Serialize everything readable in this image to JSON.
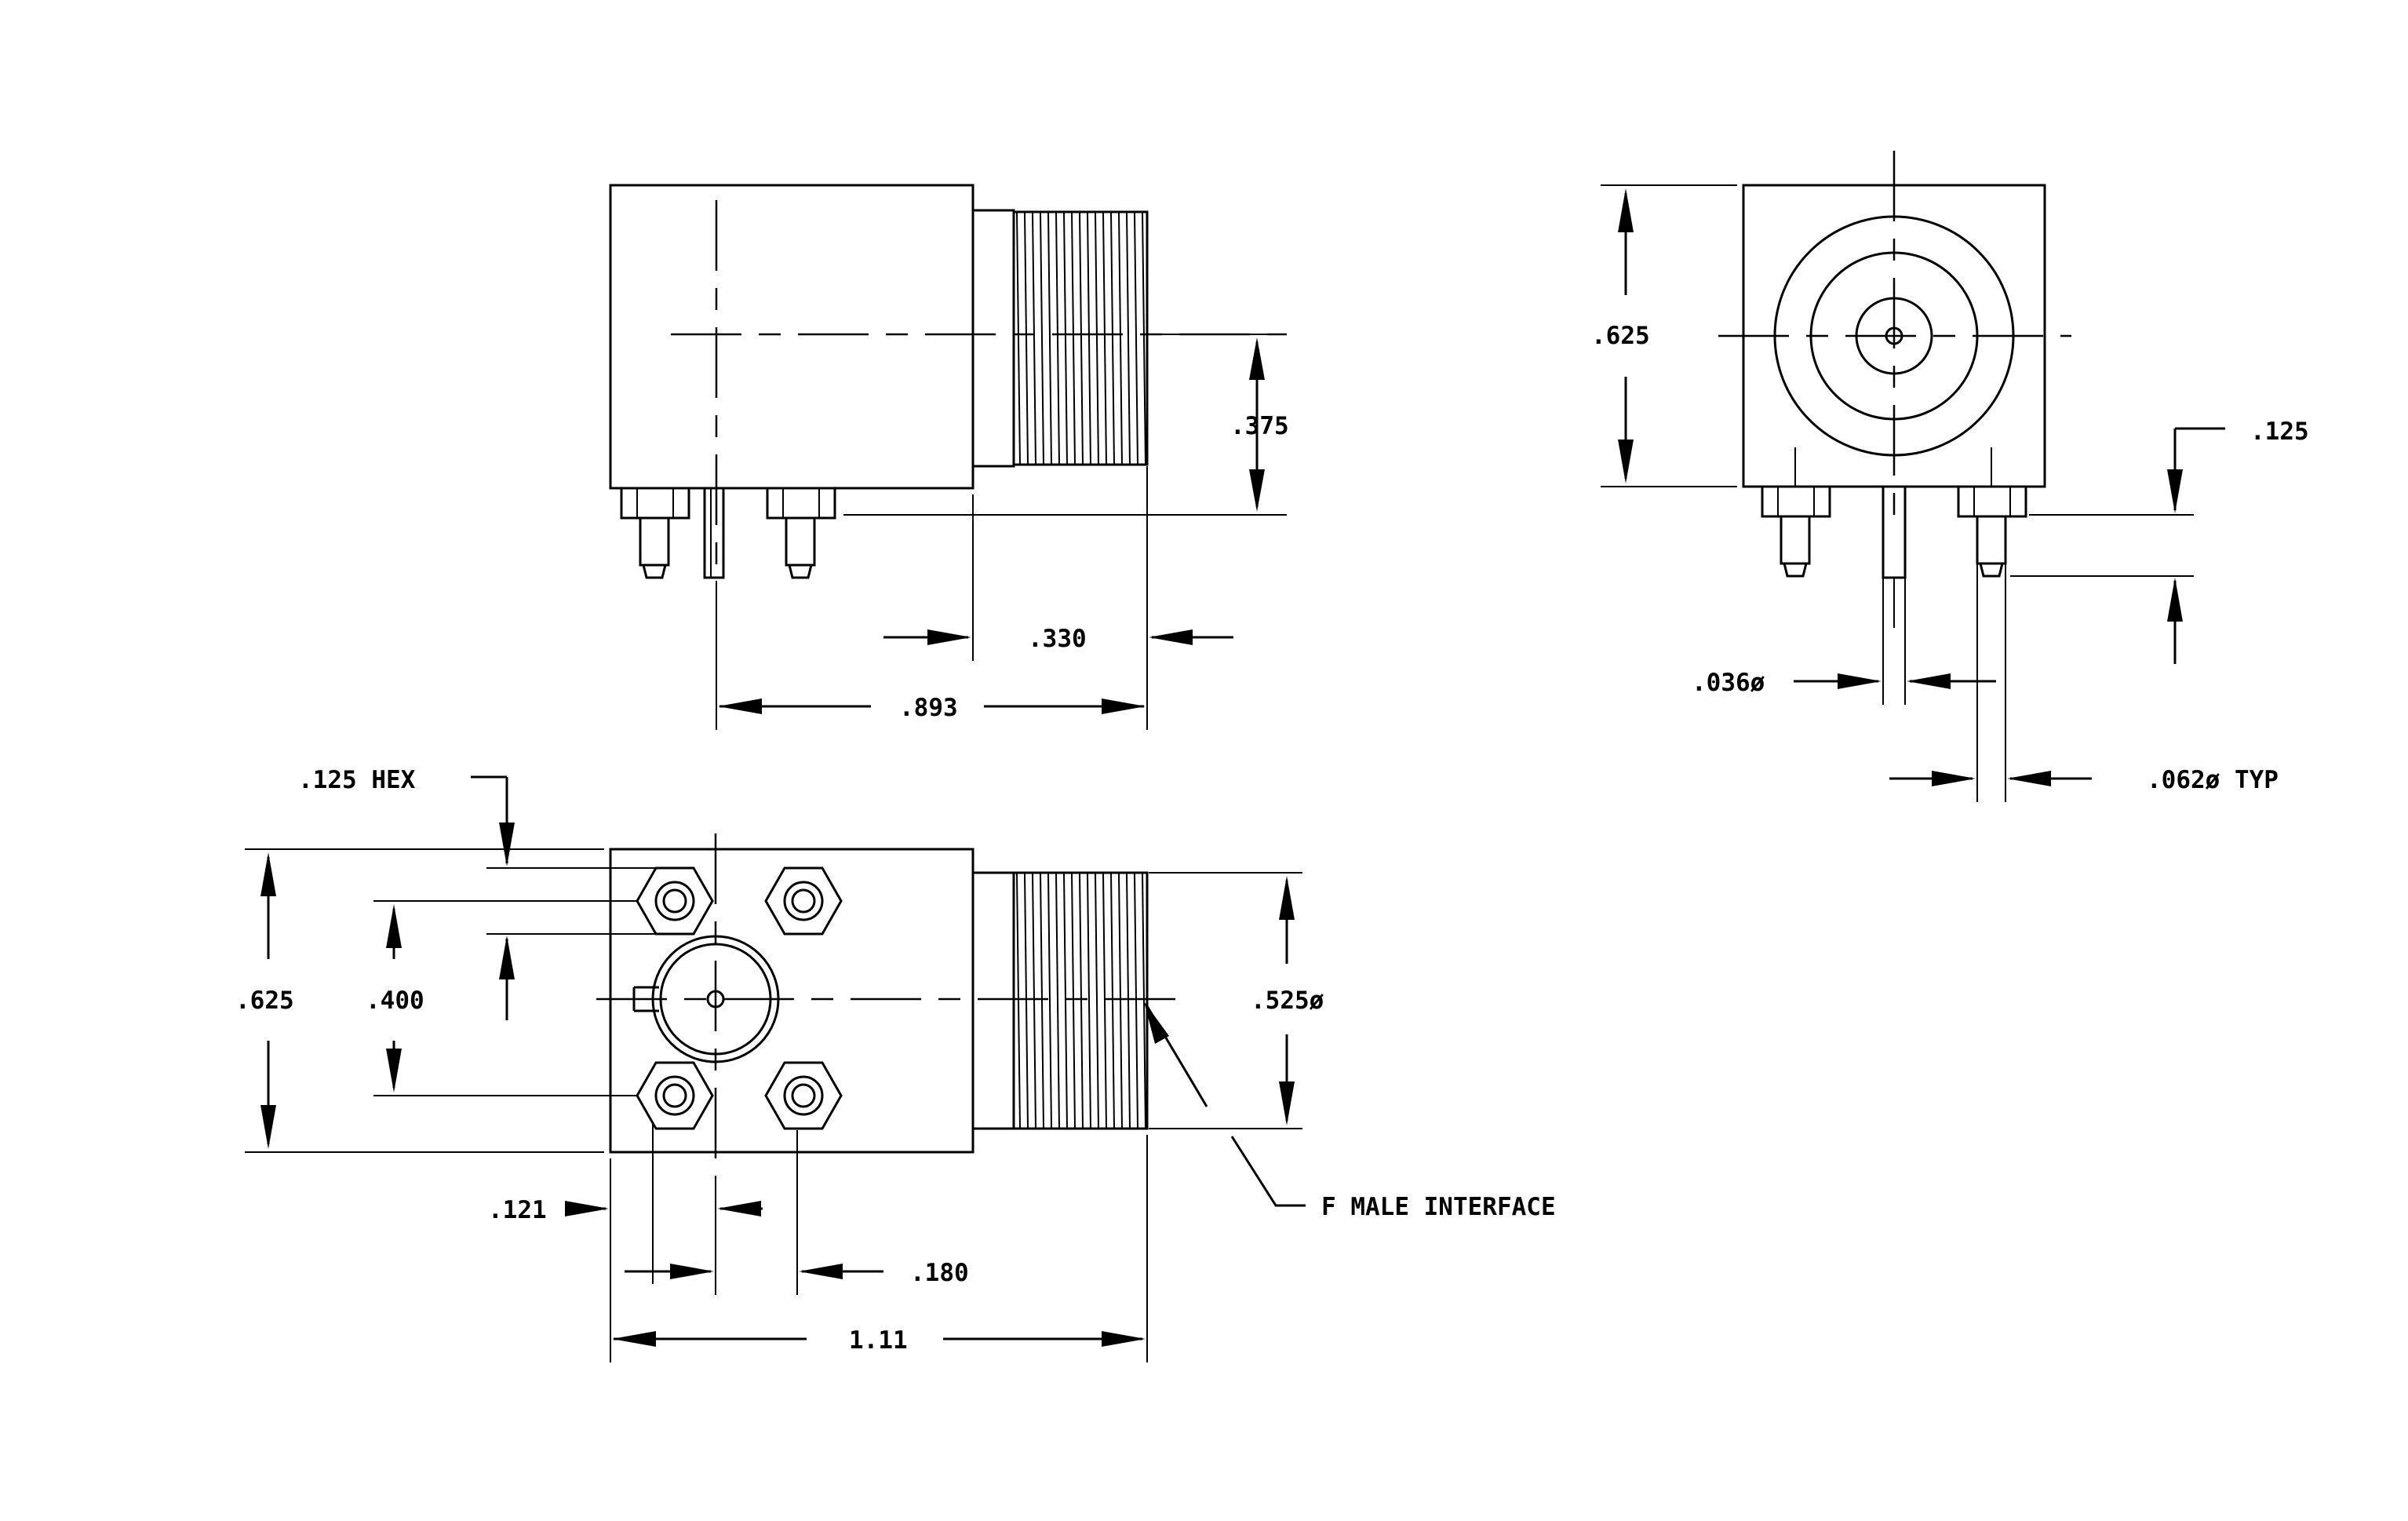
{
  "views": [
    "side-view",
    "end-view",
    "top-view"
  ],
  "dimensions": {
    "side_height_375": ".375",
    "side_330": ".330",
    "side_893": ".893",
    "end_height_625": ".625",
    "end_125": ".125",
    "end_036": ".036ø",
    "end_062": ".062ø TYP",
    "top_hex": ".125 HEX",
    "top_625": ".625",
    "top_400": ".400",
    "top_525": ".525ø",
    "top_121": ".121",
    "top_180": ".180",
    "top_111": "1.11"
  },
  "callouts": {
    "interface": "F MALE INTERFACE"
  }
}
